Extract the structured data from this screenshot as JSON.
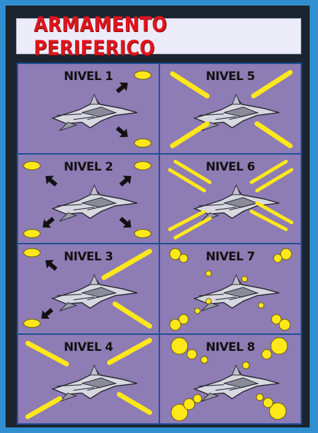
{
  "title": "ARMAMENTO PERIFERICO",
  "levels": [
    {
      "label": "NIVEL 1",
      "ship_icon": "starfighter-icon"
    },
    {
      "label": "NIVEL 5",
      "ship_icon": "starfighter-icon"
    },
    {
      "label": "NIVEL 2",
      "ship_icon": "starfighter-icon"
    },
    {
      "label": "NIVEL 6",
      "ship_icon": "starfighter-icon"
    },
    {
      "label": "NIVEL 3",
      "ship_icon": "starfighter-icon"
    },
    {
      "label": "NIVEL 7",
      "ship_icon": "starfighter-icon"
    },
    {
      "label": "NIVEL 4",
      "ship_icon": "starfighter-icon"
    },
    {
      "label": "NIVEL 8",
      "ship_icon": "starfighter-icon"
    }
  ],
  "colors": {
    "background": "#2f8fd0",
    "panel": "#8e7cb4",
    "title_red": "#e0141c",
    "weapon_yellow": "#ffe81a",
    "arrow": "#111111"
  }
}
